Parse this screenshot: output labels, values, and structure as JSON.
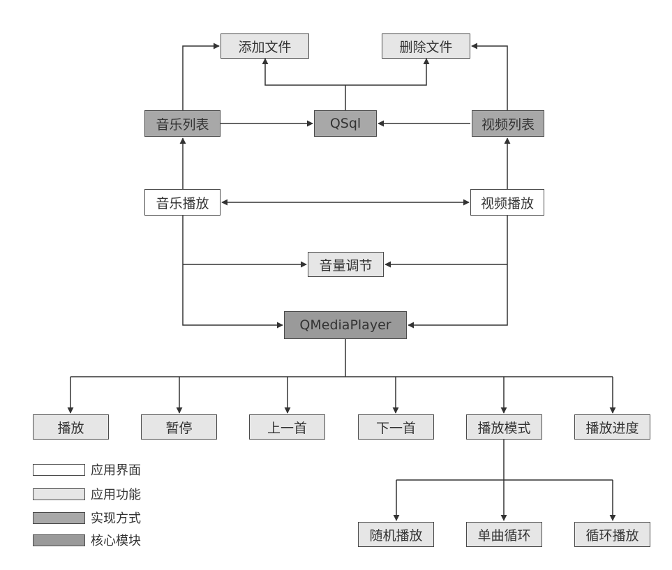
{
  "colors": {
    "interface": "#ffffff",
    "function": "#e6e6e6",
    "implementation": "#a8a8a8",
    "core": "#9a9a9a",
    "line": "#333333"
  },
  "nodes": {
    "add_file": "添加文件",
    "delete_file": "删除文件",
    "music_list": "音乐列表",
    "qsql": "QSql",
    "video_list": "视频列表",
    "music_play": "音乐播放",
    "video_play": "视频播放",
    "volume": "音量调节",
    "qmediaplayer": "QMediaPlayer",
    "play": "播放",
    "pause": "暂停",
    "prev": "上一首",
    "next": "下一首",
    "play_mode": "播放模式",
    "progress": "播放进度",
    "random_play": "随机播放",
    "single_loop": "单曲循环",
    "loop_play": "循环播放"
  },
  "legend": {
    "interface": "应用界面",
    "function": "应用功能",
    "implementation": "实现方式",
    "core": "核心模块"
  }
}
